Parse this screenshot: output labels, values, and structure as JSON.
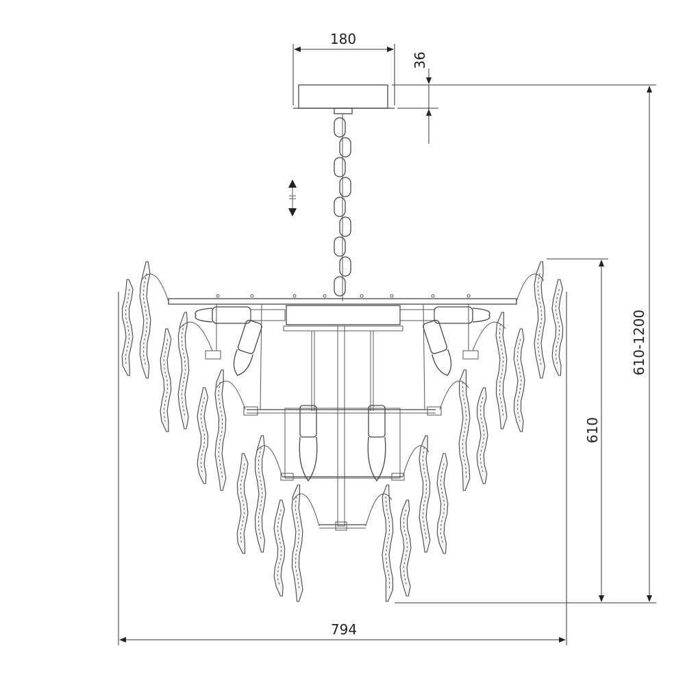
{
  "dimensions": {
    "canopy_width": "180",
    "canopy_height": "36",
    "total_width": "794",
    "body_height": "610",
    "total_height": "610-1200"
  },
  "colors": {
    "line": "#444444",
    "dimension": "#333333",
    "background": "#ffffff"
  }
}
